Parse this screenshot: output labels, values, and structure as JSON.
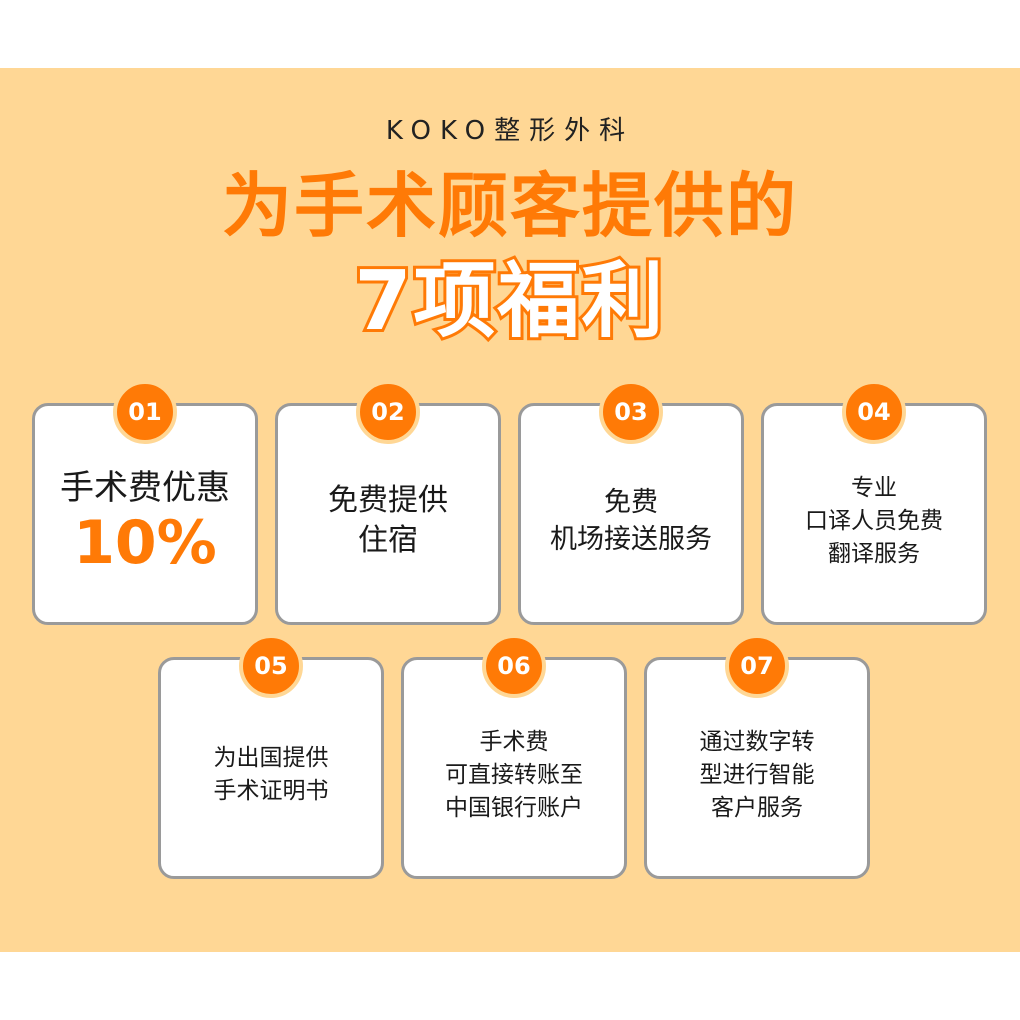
{
  "header": {
    "brand": "KOKO整形外科",
    "headline": "为手术顾客提供的",
    "subhead": "7项福利"
  },
  "colors": {
    "background": "#FFD795",
    "accent": "#FF7A06",
    "card": "#FFFFFF",
    "card_border": "#9A9A9A"
  },
  "benefits": [
    {
      "number": "01",
      "lines": [
        "手术费优惠"
      ],
      "highlight": "10%"
    },
    {
      "number": "02",
      "lines": [
        "免费提供",
        "住宿"
      ]
    },
    {
      "number": "03",
      "lines": [
        "免费",
        "机场接送服务"
      ]
    },
    {
      "number": "04",
      "lines": [
        "专业",
        "口译人员免费",
        "翻译服务"
      ]
    },
    {
      "number": "05",
      "lines": [
        "为出国提供",
        "手术证明书"
      ]
    },
    {
      "number": "06",
      "lines": [
        "手术费",
        "可直接转账至",
        "中国银行账户"
      ]
    },
    {
      "number": "07",
      "lines": [
        "通过数字转",
        "型进行智能",
        "客户服务"
      ]
    }
  ]
}
